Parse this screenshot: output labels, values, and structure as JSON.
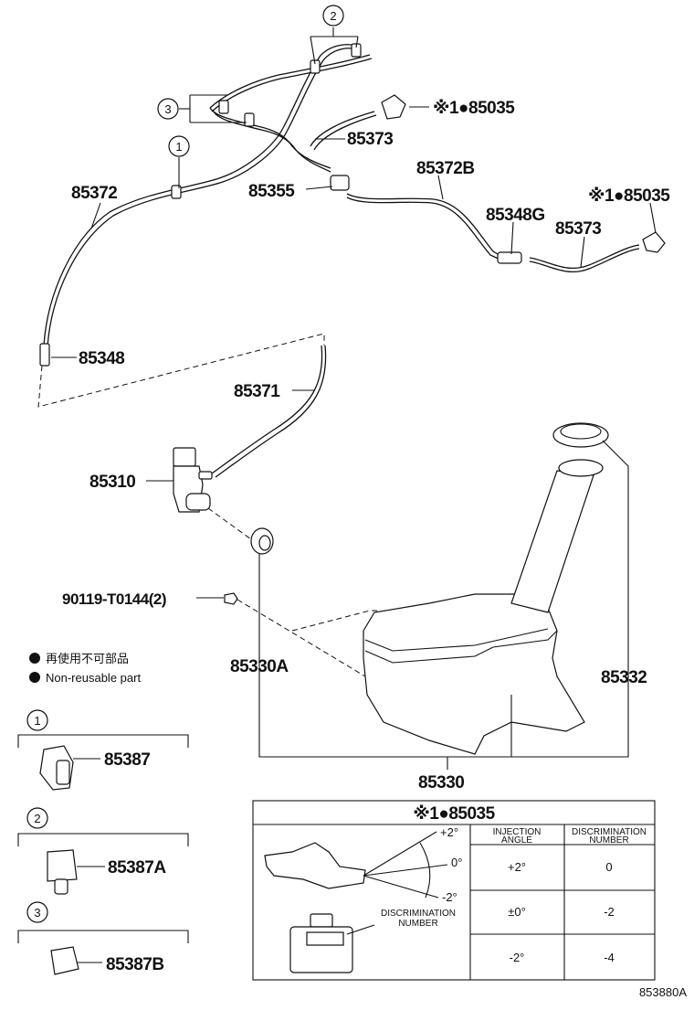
{
  "labels": {
    "p85035_top": "※1●85035",
    "p85373_a": "85373",
    "p85372b": "85372B",
    "p85035_right": "※1●85035",
    "p85372": "85372",
    "p85355": "85355",
    "p85348g": "85348G",
    "p85373_b": "85373",
    "p85348": "85348",
    "p85371": "85371",
    "p85310": "85310",
    "bolt": "90119-T0144(2)",
    "p85330a": "85330A",
    "p85332": "85332",
    "p85330": "85330"
  },
  "callouts": [
    "2",
    "3",
    "1"
  ],
  "legend": {
    "jp": "再使用不可部品",
    "en": "Non-reusable part"
  },
  "clips": [
    {
      "num": "1",
      "part": "85387"
    },
    {
      "num": "2",
      "part": "85387A"
    },
    {
      "num": "3",
      "part": "85387B"
    }
  ],
  "inset": {
    "title": "※1●85035",
    "angle_plus": "+2°",
    "angle_zero": "0°",
    "angle_minus": "-2°",
    "disc_label_1": "DISCRIMINATION",
    "disc_label_2": "NUMBER",
    "table": {
      "headers": [
        [
          "INJECTION",
          "ANGLE"
        ],
        [
          "DISCRIMINATION",
          "NUMBER"
        ]
      ],
      "rows": [
        [
          "+2°",
          "0"
        ],
        [
          "±0°",
          "-2"
        ],
        [
          "-2°",
          "-4"
        ]
      ]
    }
  },
  "ref": "853880A"
}
